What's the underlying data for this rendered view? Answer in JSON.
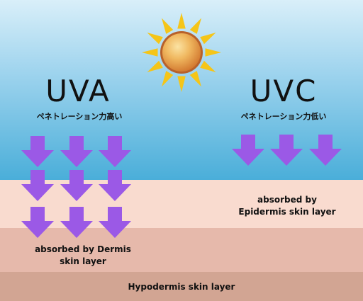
{
  "sun_icon": "sun-icon",
  "colors": {
    "sky_top": "#d9eff9",
    "sky_bottom": "#4aaed9",
    "epidermis": "#f9dbcf",
    "dermis": "#e6b9ab",
    "hypodermis": "#d2a593",
    "arrow": "#9b59e6",
    "sun_rays": "#f5c518",
    "sun_core": "#e9a03a"
  },
  "uva": {
    "title": "UVA",
    "subtitle": "ペネトレーション力高い",
    "label_line1": "absorbed by Dermis",
    "label_line2": "skin layer"
  },
  "uvc": {
    "title": "UVC",
    "subtitle": "ペネトレーション力低い",
    "label_line1": "absorbed by",
    "label_line2": "Epidermis skin layer"
  },
  "hypodermis_label": "Hypodermis skin layer"
}
